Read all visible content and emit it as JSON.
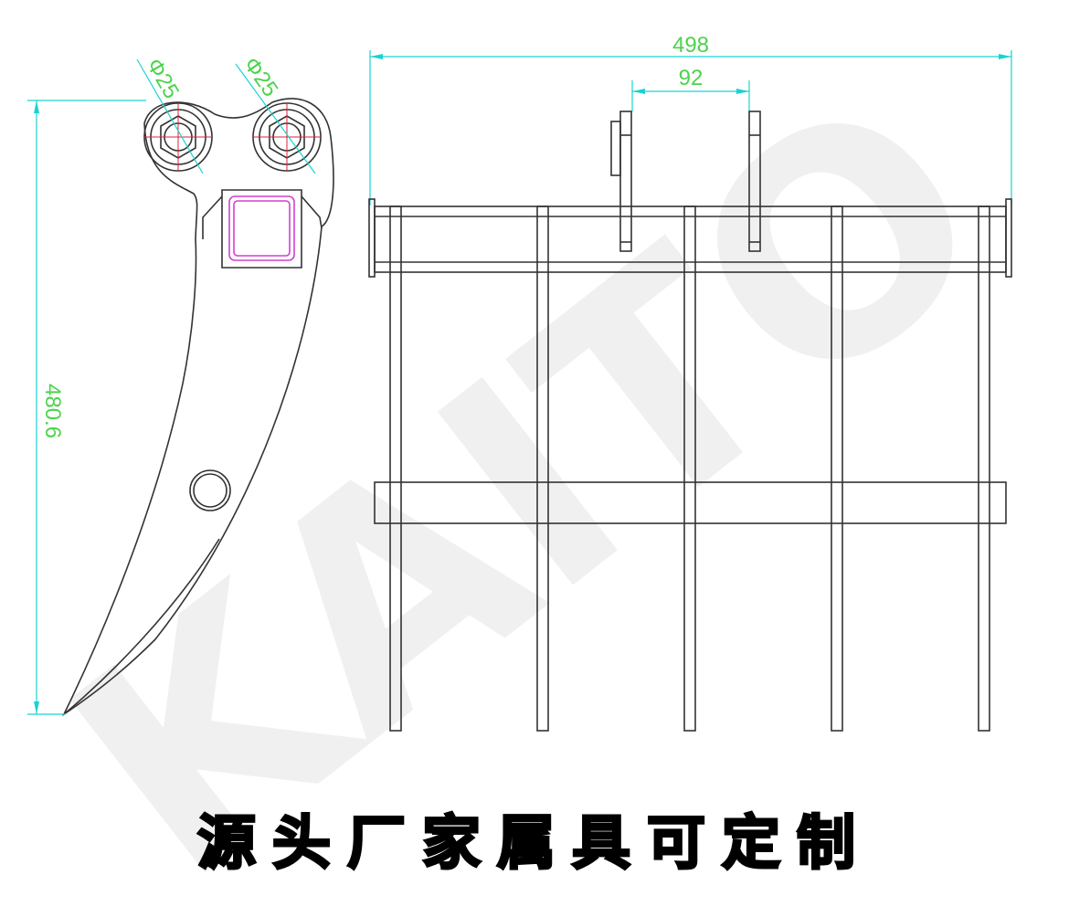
{
  "watermark": "KAITO",
  "dimensions": {
    "hole_left": "Φ25",
    "hole_right": "Φ25",
    "height": "480.6",
    "overall_width": "498",
    "ear_spacing": "92"
  },
  "colors": {
    "outline": "#333333",
    "dimension_line": "#19d3d3",
    "dimension_text": "#4cd34c",
    "center_line": "#e0203a",
    "square_tube": "#d040d0",
    "watermark": "#efefef",
    "watermark_accent": "#fde8e8"
  },
  "caption": "源头厂家属具可定制"
}
